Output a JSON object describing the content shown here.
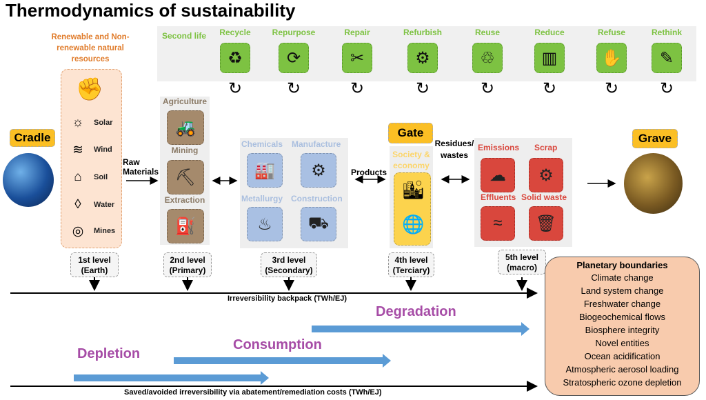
{
  "title": "Thermodynamics of sustainability",
  "second_life": {
    "label": "Second life",
    "items": [
      {
        "label": "Recycle",
        "icon": "♻"
      },
      {
        "label": "Repurpose",
        "icon": "⟳"
      },
      {
        "label": "Repair",
        "icon": "✂"
      },
      {
        "label": "Refurbish",
        "icon": "⚙"
      },
      {
        "label": "Reuse",
        "icon": "♲"
      },
      {
        "label": "Reduce",
        "icon": "▥"
      },
      {
        "label": "Refuse",
        "icon": "✋"
      },
      {
        "label": "Rethink",
        "icon": "✎"
      }
    ]
  },
  "resources": {
    "title": "Renewable and Non-renewable natural resources",
    "items": [
      {
        "label": "Solar",
        "icon": "☼"
      },
      {
        "label": "Wind",
        "icon": "≋"
      },
      {
        "label": "Soil",
        "icon": "⌂"
      },
      {
        "label": "Water",
        "icon": "◊"
      },
      {
        "label": "Mines",
        "icon": "◎"
      }
    ]
  },
  "cradle": "Cradle",
  "grave": "Grave",
  "gate": "Gate",
  "raw_materials": "Raw Materials",
  "products": "Products",
  "residues": "Residues/ wastes",
  "primary": [
    "Agriculture",
    "Mining",
    "Extraction"
  ],
  "secondary": [
    "Chemicals",
    "Manufacture",
    "Metallurgy",
    "Construction"
  ],
  "society": "Society & economy",
  "waste": [
    "Emissions",
    "Scrap",
    "Effluents",
    "Solid waste"
  ],
  "levels": [
    {
      "l1": "1st level",
      "l2": "(Earth)"
    },
    {
      "l1": "2nd level",
      "l2": "(Primary)"
    },
    {
      "l1": "3rd level",
      "l2": "(Secondary)"
    },
    {
      "l1": "4th level",
      "l2": "(Terciary)"
    },
    {
      "l1": "5th level",
      "l2": "(macro)"
    }
  ],
  "backpack": "Irreversibility backpack (TWh/EJ)",
  "saved": "Saved/avoided irreversibility via abatement/remediation costs (TWh/EJ)",
  "phases": [
    "Degradation",
    "Consumption",
    "Depletion"
  ],
  "planetary": {
    "title": "Planetary boundaries",
    "items": [
      "Climate change",
      "Land system change",
      "Freshwater change",
      "Biogeochemical flows",
      "Biosphere integrity",
      "Novel entities",
      "Ocean acidification",
      "Atmospheric aerosol loading",
      "Stratospheric ozone depletion"
    ]
  }
}
